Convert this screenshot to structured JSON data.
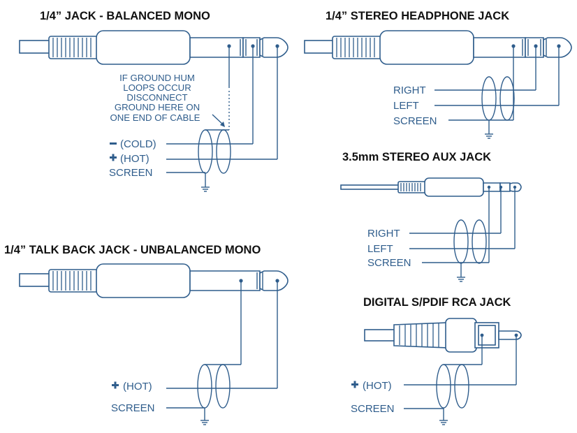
{
  "balanced_mono": {
    "title": "1/4” JACK - BALANCED MONO",
    "note": [
      "IF GROUND HUM",
      "LOOPS OCCUR",
      "DISCONNECT",
      "GROUND HERE ON",
      "ONE END OF CABLE"
    ],
    "cold": "(COLD)",
    "hot": "(HOT)",
    "screen": "SCREEN"
  },
  "stereo_headphone": {
    "title": "1/4” STEREO HEADPHONE JACK",
    "right": "RIGHT",
    "left": "LEFT",
    "screen": "SCREEN"
  },
  "aux": {
    "title": "3.5mm STEREO AUX JACK",
    "right": "RIGHT",
    "left": "LEFT",
    "screen": "SCREEN"
  },
  "talkback": {
    "title": "1/4” TALK BACK JACK - UNBALANCED MONO",
    "hot": "(HOT)",
    "screen": "SCREEN"
  },
  "spdif": {
    "title": "DIGITAL S/PDIF RCA  JACK",
    "hot": "(HOT)",
    "screen": "SCREEN"
  },
  "colors": {
    "line": "#2f5d8c",
    "title": "#111111",
    "background": "#ffffff"
  },
  "icons": [
    "ground-symbol",
    "minus-sign",
    "plus-sign",
    "twisted-pair-loop"
  ]
}
